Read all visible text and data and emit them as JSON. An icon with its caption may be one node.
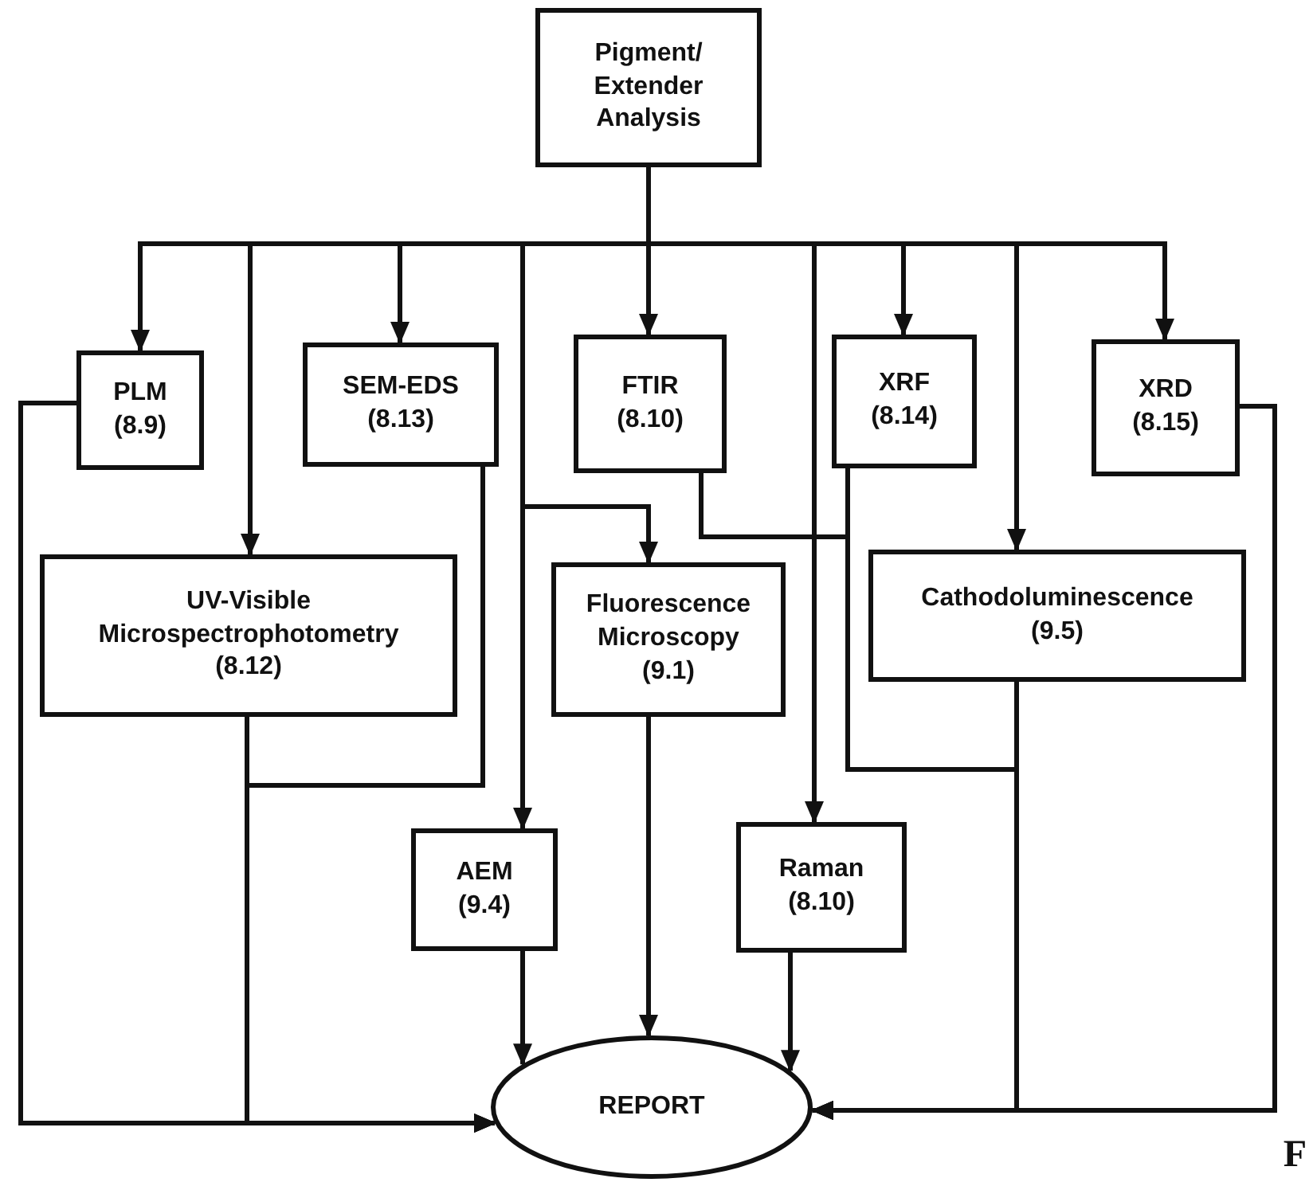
{
  "diagram": {
    "nodes": [
      {
        "text": [
          "Pigment/ Extender Analysis"
        ]
      },
      {
        "text": [
          "PLM",
          "(8.9)"
        ]
      },
      {
        "text": [
          "SEM-EDS",
          "(8.13)"
        ]
      },
      {
        "text": [
          "FTIR",
          "(8.10)"
        ]
      },
      {
        "text": [
          "XRF",
          "(8.14)"
        ]
      },
      {
        "text": [
          "XRD",
          "(8.15)"
        ]
      },
      {
        "text": [
          "UV-Visible Microspectrophotometry",
          "(8.12)"
        ]
      },
      {
        "text": [
          "Fluorescence Microscopy",
          "(9.1)"
        ]
      },
      {
        "text": [
          "Cathodoluminescence",
          "(9.5)"
        ]
      },
      {
        "text": [
          "AEM",
          "(9.4)"
        ]
      },
      {
        "text": [
          "Raman",
          "(8.10)"
        ]
      },
      {
        "text": [
          "REPORT"
        ]
      }
    ],
    "edges": [
      {
        "from": 0,
        "to": 1,
        "arrow": "to"
      },
      {
        "from": 0,
        "to": 2,
        "arrow": "to"
      },
      {
        "from": 0,
        "to": 3,
        "arrow": "to"
      },
      {
        "from": 0,
        "to": 4,
        "arrow": "to"
      },
      {
        "from": 0,
        "to": 5,
        "arrow": "to"
      },
      {
        "from": 0,
        "to": 6,
        "arrow": "to"
      },
      {
        "from": 0,
        "to": 7,
        "arrow": "to"
      },
      {
        "from": 0,
        "to": 8,
        "arrow": "to"
      },
      {
        "from": 0,
        "to": 9,
        "arrow": "to"
      },
      {
        "from": 0,
        "to": 10,
        "arrow": "to"
      },
      {
        "from": 1,
        "to": 11,
        "arrow": "to"
      },
      {
        "from": 6,
        "to": 11,
        "arrow": "to"
      },
      {
        "from": 2,
        "to": 11,
        "arrow": "to"
      },
      {
        "from": 3,
        "to": 11,
        "arrow": "to"
      },
      {
        "from": 4,
        "to": 11,
        "arrow": "to"
      },
      {
        "from": 8,
        "to": 11,
        "arrow": "to"
      },
      {
        "from": 5,
        "to": 11,
        "arrow": "to"
      },
      {
        "from": 9,
        "to": 11,
        "arrow": "to"
      },
      {
        "from": 7,
        "to": 11,
        "arrow": "to"
      },
      {
        "from": 10,
        "to": 11,
        "arrow": "to"
      }
    ],
    "labels": [
      "F"
    ]
  }
}
